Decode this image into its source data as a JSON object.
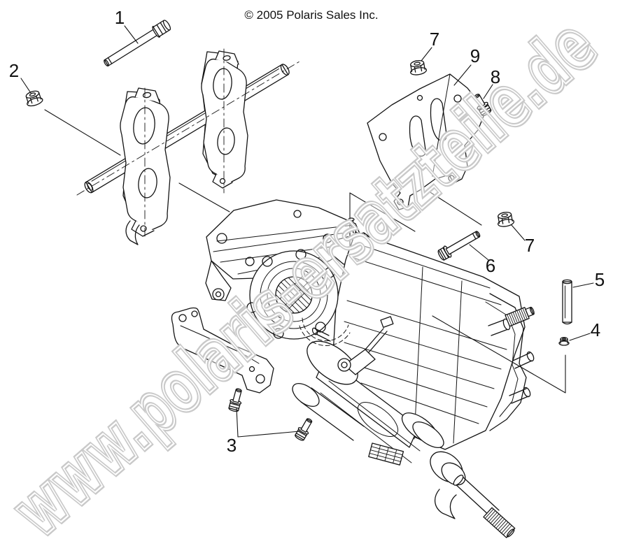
{
  "copyright": {
    "text": "© 2005 Polaris Sales Inc."
  },
  "watermark": {
    "text": "www.polaris-ersatzteile.de",
    "color": "#c9c9c9"
  },
  "diagram": {
    "background": "#ffffff",
    "line_color": "#141414",
    "callouts": [
      {
        "label": "1"
      },
      {
        "label": "2"
      },
      {
        "label": "3"
      },
      {
        "label": "4"
      },
      {
        "label": "5"
      },
      {
        "label": "6"
      },
      {
        "label": "7"
      },
      {
        "label": "7"
      },
      {
        "label": "8"
      },
      {
        "label": "9"
      }
    ]
  }
}
